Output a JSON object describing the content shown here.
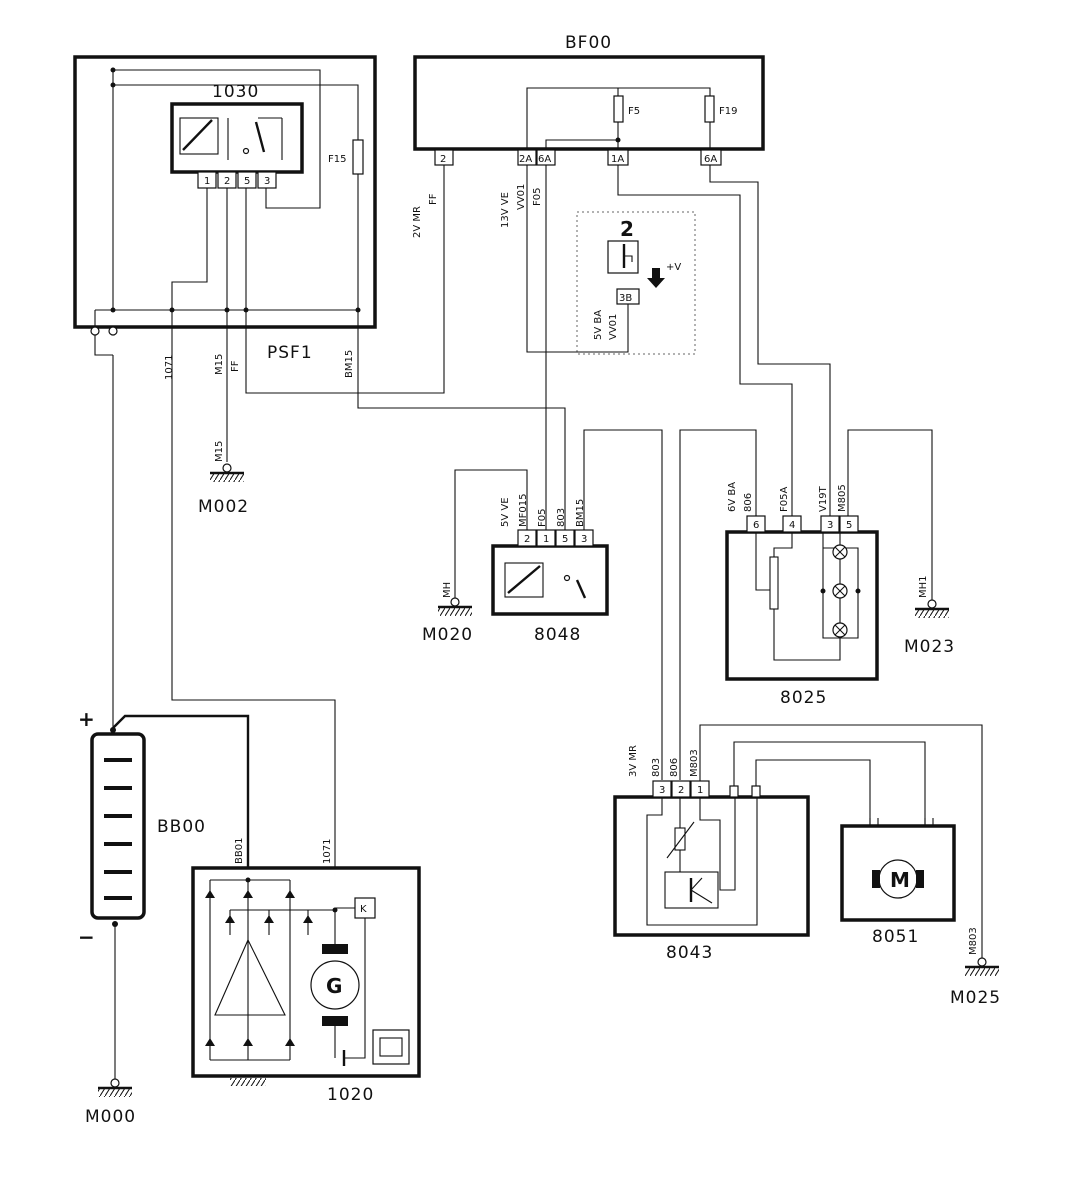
{
  "components": {
    "psf1": "PSF1",
    "r1030": "1030",
    "bf00": "BF00",
    "f5": "F5",
    "f19": "F19",
    "f15": "F15",
    "c8048": "8048",
    "c8025": "8025",
    "c8043": "8043",
    "c8051": "8051",
    "c1020": "1020",
    "bb00": "BB00"
  },
  "grounds": {
    "m002": "M002",
    "m020": "M020",
    "m023": "M023",
    "m025": "M025",
    "m000": "M000",
    "mh": "MH",
    "mh1": "MH1"
  },
  "pins": {
    "r1030": [
      "1",
      "2",
      "5",
      "3"
    ],
    "bf00_2": "2",
    "bf00_2a": "2A",
    "bf00_6a_left": "6A",
    "bf00_1a": "1A",
    "bf00_6a_right": "6A",
    "p8048": [
      "2",
      "1",
      "5",
      "3"
    ],
    "p8025_a": "6",
    "p8025_b": "4",
    "p8025_c": "3",
    "p8025_d": "5",
    "p8043": [
      "3",
      "2",
      "1"
    ],
    "pin_3b": "3B"
  },
  "wires": {
    "w_2v_mr": "2V MR",
    "w_ff_bf": "FF",
    "w_13v_ve": "13V VE",
    "w_vv01_top": "VV01",
    "w_f05_top": "F05",
    "w_5v_ba": "5V BA",
    "w_vv01_mid": "VV01",
    "w_1071_left": "1071",
    "w_m15_a": "M15",
    "w_ff_psf": "FF",
    "w_bm15_psf": "BM15",
    "w_m15_gnd": "M15",
    "w_5v_ve": "5V VE",
    "w_mf015": "MF015",
    "w_f05_8048": "F05",
    "w_803_8048": "803",
    "w_bm15_8048": "BM15",
    "w_6v_ba": "6V BA",
    "w_806_8025": "806",
    "w_f05a": "F05A",
    "w_v19t": "V19T",
    "w_m805": "M805",
    "w_3v_mr": "3V MR",
    "w_803_8043": "803",
    "w_806_8043": "806",
    "w_m803_8043": "M803",
    "w_m803_gnd": "M803",
    "w_bb01": "BB01",
    "w_1071_gen": "1071"
  },
  "symbols": {
    "plus": "+",
    "minus": "−",
    "plus_v": "+V",
    "g": "G",
    "m": "M",
    "k": "K"
  }
}
